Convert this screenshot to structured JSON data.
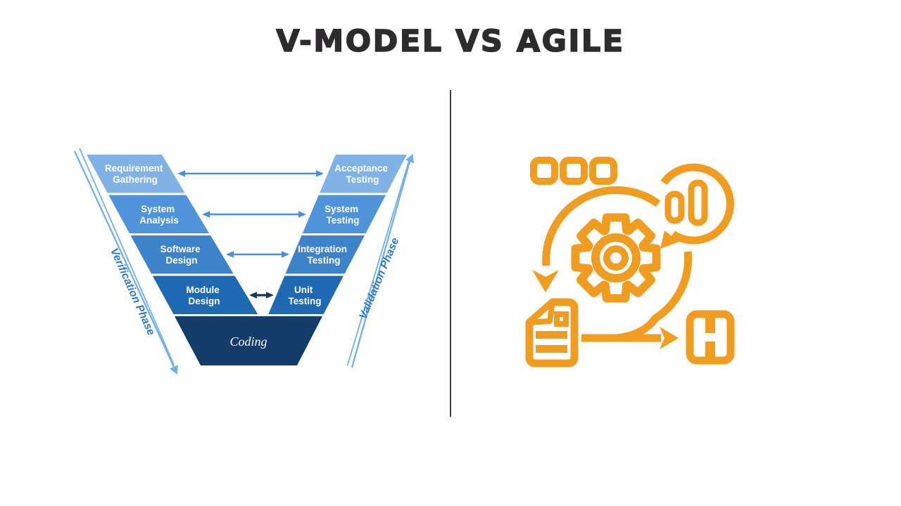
{
  "title": "V-MODEL VS AGILE",
  "colors": {
    "title": "#2e2b2f",
    "divider": "#3b3b3b",
    "background": "#ffffff"
  },
  "vmodel": {
    "verification_label": "Verification Phase",
    "validation_label": "Validation Phase",
    "coding_label": "Coding",
    "left_steps": [
      {
        "line1": "Requirement",
        "line2": "Gathering"
      },
      {
        "line1": "System",
        "line2": "Analysis"
      },
      {
        "line1": "Software",
        "line2": "Design"
      },
      {
        "line1": "Module",
        "line2": "Design"
      }
    ],
    "right_steps": [
      {
        "line1": "Acceptance",
        "line2": "Testing"
      },
      {
        "line1": "System",
        "line2": "Testing"
      },
      {
        "line1": "Integration",
        "line2": "Testing"
      },
      {
        "line1": "Unit",
        "line2": "Testing"
      }
    ],
    "row_colors": [
      "#80b2e6",
      "#4f93da",
      "#3d83ca",
      "#1f68b4"
    ],
    "coding_color": "#133c6a",
    "arrow_colors": [
      "#4a90d8",
      "#4a90d8",
      "#4a90d8",
      "#16395e"
    ],
    "axis_color": "#6fb0ea",
    "label_color": "#2f78c8"
  },
  "agile": {
    "icon": "agile-sprint-cycle-icon",
    "color": "#f09c20"
  }
}
